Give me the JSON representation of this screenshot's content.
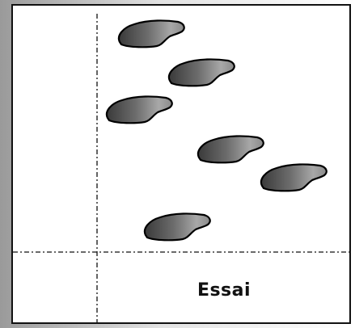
{
  "panel": {
    "label": "Essai"
  },
  "icons": {
    "footprint": "shoe-print-icon"
  },
  "colors": {
    "panel_border": "#111111",
    "print_dark": "#3a3a3a",
    "print_light": "#a8a8a8"
  },
  "footprints": [
    {
      "id": 1
    },
    {
      "id": 2
    },
    {
      "id": 3
    },
    {
      "id": 4
    },
    {
      "id": 5
    },
    {
      "id": 6
    }
  ]
}
